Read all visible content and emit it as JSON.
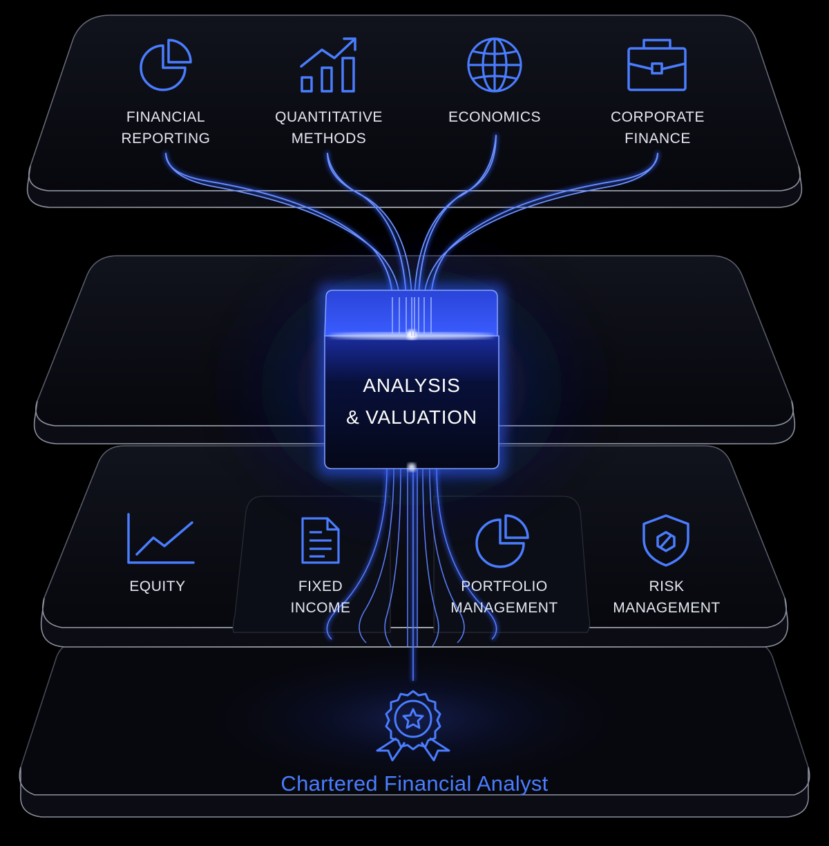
{
  "top_layer": {
    "items": [
      {
        "line1": "FINANCIAL",
        "line2": "REPORTING",
        "icon": "pie-chart-icon"
      },
      {
        "line1": "QUANTITATIVE",
        "line2": "METHODS",
        "icon": "bar-chart-growth-icon"
      },
      {
        "line1": "ECONOMICS",
        "line2": "",
        "icon": "globe-icon"
      },
      {
        "line1": "CORPORATE",
        "line2": "FINANCE",
        "icon": "briefcase-icon"
      }
    ]
  },
  "core": {
    "line1": "ANALYSIS",
    "line2": "& VALUATION"
  },
  "bottom_layer": {
    "items": [
      {
        "line1": "EQUITY",
        "line2": "",
        "icon": "line-chart-icon"
      },
      {
        "line1": "FIXED",
        "line2": "INCOME",
        "icon": "document-icon"
      },
      {
        "line1": "PORTFOLIO",
        "line2": "MANAGEMENT",
        "icon": "pie-chart-icon"
      },
      {
        "line1": "RISK",
        "line2": "MANAGEMENT",
        "icon": "shield-icon"
      }
    ]
  },
  "base": {
    "title": "Chartered Financial Analyst",
    "icon": "award-ribbon-icon"
  },
  "colors": {
    "accent": "#3f6dff",
    "glow": "#2f5bff",
    "text": "#e6e9f2",
    "background": "#000000"
  }
}
